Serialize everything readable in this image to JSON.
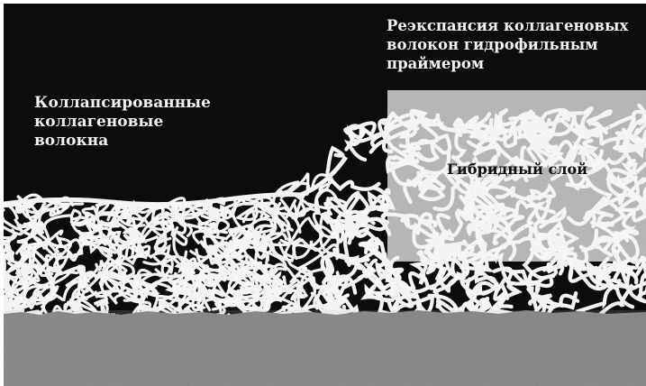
{
  "labels": {
    "collapsed_fibers": [
      "Коллапсированные",
      "коллагеновые",
      "волокна"
    ],
    "reexpansion": [
      "Реэкспансия коллагеновых",
      "волокон гидрофильным",
      "праймером"
    ],
    "hybrid_layer": "Гибридный слой"
  },
  "colors": {
    "background": "#0c0c0c",
    "fiber": "#f4f4f4",
    "dentin": "#8e8e8e",
    "hybrid_zone": "#bdbdbd"
  }
}
